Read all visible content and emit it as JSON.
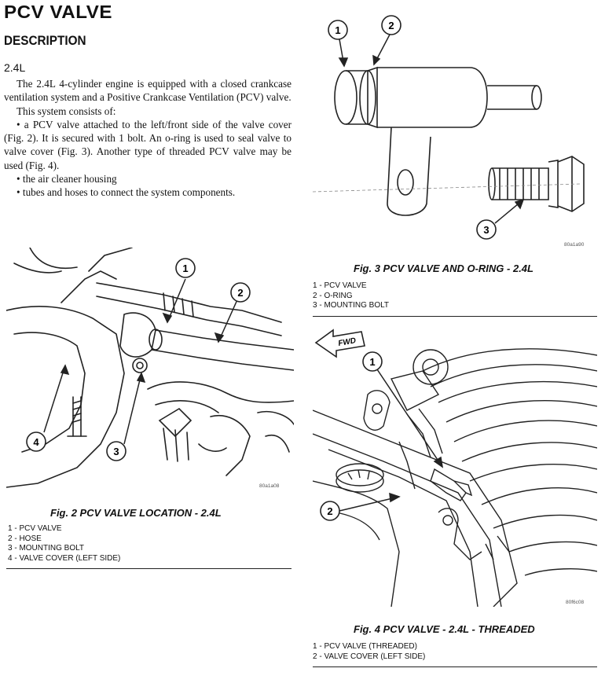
{
  "header": {
    "title": "PCV VALVE",
    "section": "DESCRIPTION",
    "subsection": "2.4L"
  },
  "body": {
    "paragraphs": [
      "The 2.4L 4-cylinder engine is equipped with a closed crankcase ventilation system and a Positive Crankcase Ventilation (PCV) valve.",
      "This system consists of:",
      "• a PCV valve attached to the left/front side of the valve cover (Fig. 2). It is secured with 1 bolt. An o-ring is used to seal valve to valve cover (Fig. 3). Another type of threaded PCV valve may be used (Fig. 4).",
      "• the air cleaner housing",
      "• tubes and hoses to connect the system components."
    ]
  },
  "fig2": {
    "caption": "Fig. 2 PCV VALVE LOCATION - 2.4L",
    "code": "80a1a08",
    "callouts": [
      "1",
      "2",
      "3",
      "4"
    ],
    "legend": [
      "1 - PCV VALVE",
      "2 - HOSE",
      "3 - MOUNTING BOLT",
      "4 - VALVE COVER (LEFT SIDE)"
    ]
  },
  "fig3": {
    "caption": "Fig. 3 PCV VALVE AND O-RING - 2.4L",
    "code": "80a1a90",
    "callouts": [
      "1",
      "2",
      "3"
    ],
    "legend": [
      "1 - PCV VALVE",
      "2 - O-RING",
      "3 - MOUNTING BOLT"
    ]
  },
  "fig4": {
    "caption": "Fig. 4 PCV VALVE - 2.4L - THREADED",
    "code": "80f6c08",
    "fwd": "FWD",
    "callouts": [
      "1",
      "2"
    ],
    "legend": [
      "1 - PCV VALVE (THREADED)",
      "2 - VALVE COVER (LEFT SIDE)"
    ]
  }
}
